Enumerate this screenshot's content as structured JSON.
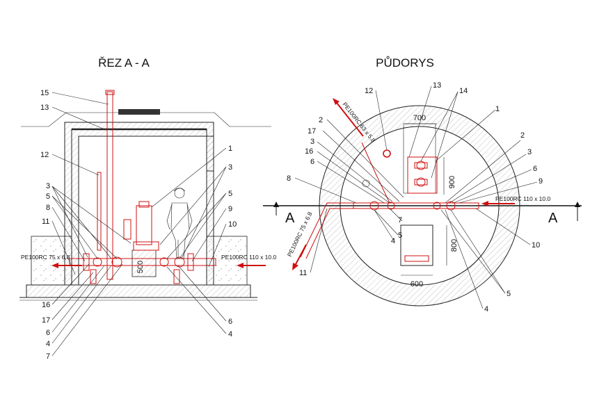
{
  "titles": {
    "section": "ŘEZ A - A",
    "plan": "PŮDORYS"
  },
  "section_marks": {
    "left": "A",
    "right": "A"
  },
  "dimensions": {
    "section_height": "500",
    "plan_chamber_width": "700",
    "plan_chamber_depth": "900",
    "plan_hatch_depth": "800",
    "plan_hatch_width": "600"
  },
  "pipes": {
    "section_outlet": "PE100RC 75 x 6.8",
    "section_inlet": "PE100RC 110 x 10.0",
    "plan_inlet": "PE100RC 110 x 10.0",
    "plan_outlet": "PE100RC 75 x 6.8",
    "plan_branch": "PE100RC 63 x 5.8"
  },
  "callouts": {
    "section": [
      "15",
      "13",
      "12",
      "3",
      "5",
      "8",
      "11",
      "16",
      "17",
      "6",
      "4",
      "7",
      "1",
      "3",
      "5",
      "9",
      "10",
      "6",
      "4"
    ],
    "plan": [
      "12",
      "13",
      "14",
      "1",
      "2",
      "17",
      "3",
      "16",
      "6",
      "8",
      "7",
      "5",
      "4",
      "11",
      "2",
      "3",
      "6",
      "9",
      "10",
      "5",
      "4"
    ]
  },
  "colors": {
    "pipework": "#d01010",
    "linework": "#222222",
    "hatch": "#888888"
  }
}
